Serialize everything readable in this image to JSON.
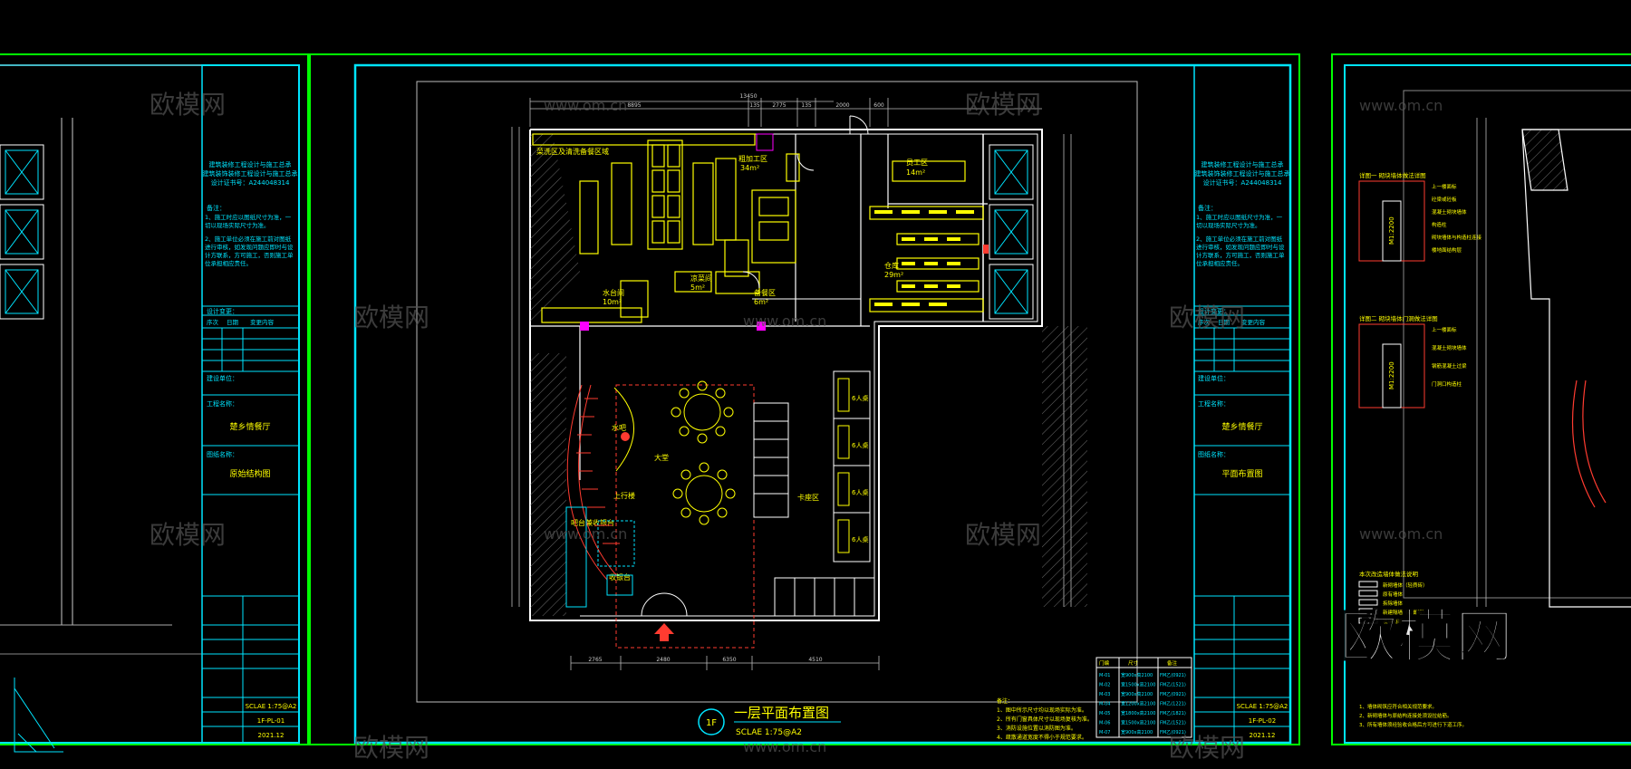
{
  "watermark": {
    "site_text": "www.om.cn",
    "brand_text": "欧模网",
    "big_logo_text": "欧模网"
  },
  "colors": {
    "background": "#000000",
    "frame": "#00e5ff",
    "outer": "#00ff00",
    "wall": "#ffffff",
    "furniture": "#ffff00",
    "dims": "#cccccc",
    "accent": "#ff3b30",
    "magenta": "#ff00ff"
  },
  "left_sheet": {
    "firm_lines": [
      "建筑装修工程设计与施工总承",
      "建筑装饰装修工程设计与施工总承",
      "设计证书号：A244048314"
    ],
    "notes_heading": "备注：",
    "notes": [
      "1、施工时应以图纸尺寸为准，一切以现场实际尺寸为准。",
      "2、施工单位必须在施工前对图纸进行审核，如发现问题应即时与设计方联系，方可施工，否则施工单位承担相应责任。"
    ],
    "revision_heading": "设计变更：",
    "revision_columns": [
      "序次",
      "日期",
      "变更内容"
    ],
    "owner_label": "建设单位：",
    "project_label": "工程名称：",
    "project_name": "楚乡情餐厅",
    "drawing_label": "图纸名称：",
    "drawing_name": "原始结构图",
    "scale": "SCLAE 1:75@A2",
    "sheet_no": "1F-PL-01",
    "date": "2021.12"
  },
  "center_sheet": {
    "rooms": [
      {
        "id": "wash-area",
        "label": "菜洗区及清洗备餐区域"
      },
      {
        "id": "cooking",
        "label": "粗加工区",
        "area": "34m²"
      },
      {
        "id": "staff",
        "label": "员工区",
        "area": "14m²"
      },
      {
        "id": "cashier",
        "label": "水台间",
        "area": "10m²"
      },
      {
        "id": "cold",
        "label": "凉菜间",
        "area": "5m²"
      },
      {
        "id": "prep",
        "label": "备餐区",
        "area": "6m²"
      },
      {
        "id": "storage",
        "label": "仓库",
        "area": "29m²"
      },
      {
        "id": "hall",
        "label": "大堂"
      },
      {
        "id": "card",
        "label": "卡座区"
      },
      {
        "id": "sink",
        "label": "水吧"
      },
      {
        "id": "up",
        "label": "上行楼"
      },
      {
        "id": "bar",
        "label": "吧台兼收银台"
      },
      {
        "id": "reception",
        "label": "收银台"
      }
    ],
    "booth_labels": [
      "6人桌",
      "6人桌",
      "6人桌",
      "6人桌"
    ],
    "top_dims": [
      "13450",
      "8895",
      "135",
      "2775",
      "135",
      "2000",
      "600"
    ],
    "bottom_dims": [
      "2765",
      "2480",
      "6350",
      "4510"
    ],
    "title_tag": "1F",
    "title": "一层平面布置图",
    "scale": "SCLAE 1:75@A2",
    "legend_headers": [
      "门编",
      "尺寸",
      "备注"
    ],
    "legend_rows": [
      [
        "M-01",
        "宽900x高2100",
        "FM乙(0921)"
      ],
      [
        "M-02",
        "宽1500x高2100",
        "FM乙(1521)"
      ],
      [
        "M-03",
        "宽900x高2100",
        "FM乙(0921)"
      ],
      [
        "M-04",
        "宽1200x高2100",
        "FM乙(1221)"
      ],
      [
        "M-05",
        "宽1800x高2100",
        "FM乙(1821)"
      ],
      [
        "M-06",
        "宽1500x高2100",
        "FM乙(1521)"
      ],
      [
        "M-07",
        "宽900x高2100",
        "FM乙(0921)"
      ]
    ],
    "notes_heading": "备注：",
    "notes": [
      "1、图中所示尺寸均以现场实际为准。",
      "2、所有门窗具体尺寸以现场复核为准。",
      "3、消防设施位置以消防图为准。",
      "4、疏散通道宽度不得小于规范要求。"
    ]
  },
  "right_title_block": {
    "firm_lines": [
      "建筑装修工程设计与施工总承",
      "建筑装饰装修工程设计与施工总承",
      "设计证书号：A244048314"
    ],
    "notes_heading": "备注：",
    "notes": [
      "1、施工时应以图纸尺寸为准，一切以现场实际尺寸为准。",
      "2、施工单位必须在施工前对图纸进行审核，如发现问题应即时与设计方联系，方可施工，否则施工单位承担相应责任。"
    ],
    "revision_heading": "设计变更：",
    "revision_columns": [
      "序次",
      "日期",
      "变更内容"
    ],
    "owner_label": "建设单位：",
    "project_label": "工程名称：",
    "project_name": "楚乡情餐厅",
    "drawing_label": "图纸名称：",
    "drawing_name": "平面布置图",
    "scale": "SCLAE 1:75@A2",
    "sheet_no": "1F-PL-02",
    "date": "2021.12"
  },
  "right_sheet": {
    "detail_a": {
      "title": "详图一 砌块墙体做法详图",
      "tag": "M1:2200",
      "callouts": [
        "上一楼面标",
        "砼梁或砼板",
        "混凝土砌块墙体",
        "构造柱",
        "砌块墙体与构造柱连接",
        "楼地面结构层"
      ]
    },
    "detail_b": {
      "title": "详图二 砌块墙体门洞做法详图",
      "tag": "M1:2200",
      "callouts": [
        "上一楼面标",
        "混凝土砌块墙体",
        "钢筋混凝土过梁",
        "门洞口构造柱"
      ]
    },
    "legend_title": "本次改造墙体做法说明",
    "legend_rows": [
      "新砌墙体（轻质砖）",
      "原有墙体",
      "拆除墙体",
      "新建隔墙（石膏板）",
      "玻璃隔断"
    ],
    "notes": [
      "1、墙体砌筑应符合相关规范要求。",
      "2、新砌墙体与原结构连接处须设拉结筋。",
      "3、所有墙体须经验收合格后方可进行下道工序。"
    ]
  }
}
